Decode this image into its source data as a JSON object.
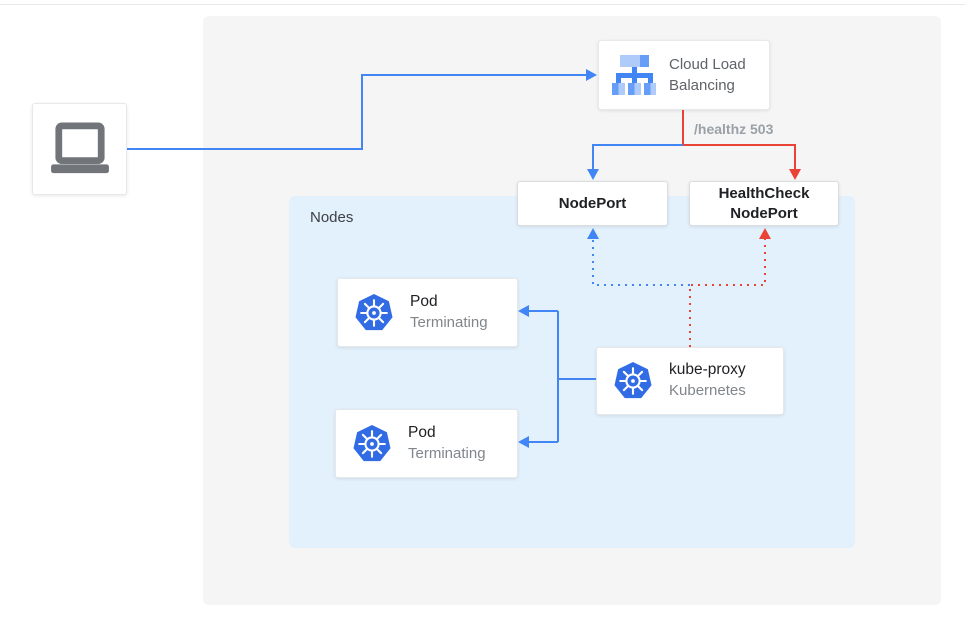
{
  "diagram": {
    "client": {
      "icon": "laptop-icon"
    },
    "load_balancer": {
      "title": "Cloud Load Balancing",
      "icon": "cloud-load-balancing-icon"
    },
    "health_check_label": "/healthz 503",
    "nodes_group": {
      "label": "Nodes"
    },
    "node_port": {
      "label": "NodePort"
    },
    "health_check_node_port": {
      "label": "HealthCheck NodePort"
    },
    "pods": [
      {
        "title": "Pod",
        "subtitle": "Terminating",
        "icon": "kubernetes-icon"
      },
      {
        "title": "Pod",
        "subtitle": "Terminating",
        "icon": "kubernetes-icon"
      }
    ],
    "kube_proxy": {
      "title": "kube-proxy",
      "subtitle": "Kubernetes",
      "icon": "kubernetes-icon"
    }
  },
  "colors": {
    "traffic_blue": "#4285F4",
    "health_red": "#EA4335",
    "kubernetes_blue": "#326CE5",
    "lb_icon_light_blue": "#AECBFA",
    "lb_icon_medium_blue": "#669DF6",
    "nodes_panel_bg": "#E3F1FD",
    "canvas_bg": "#F5F5F5",
    "laptop_gray": "#71757A"
  }
}
